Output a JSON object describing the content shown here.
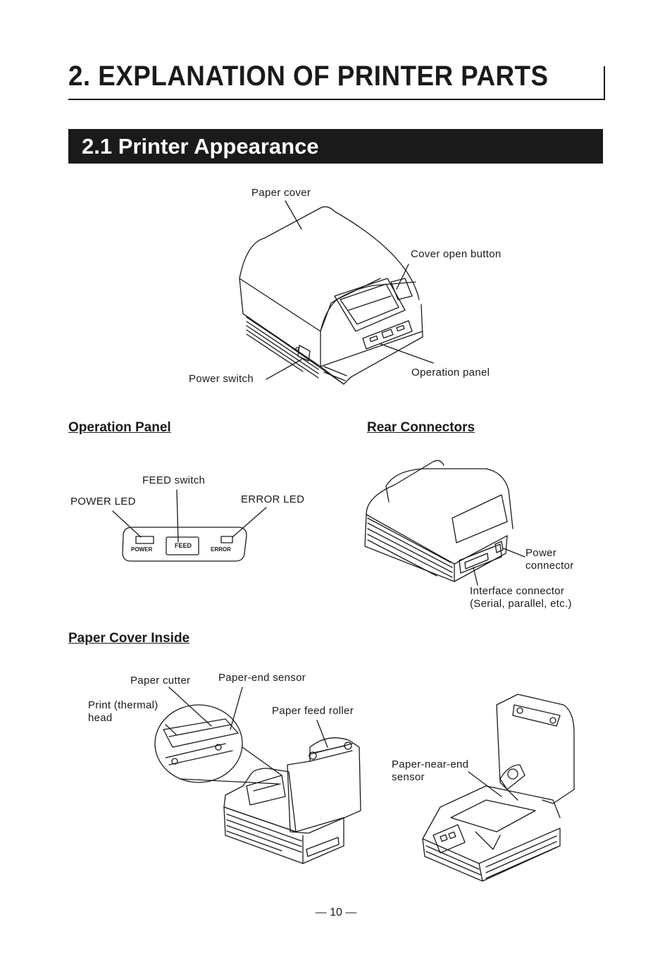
{
  "chapter": {
    "title": "2.  EXPLANATION OF PRINTER PARTS"
  },
  "section": {
    "title": "2.1  Printer Appearance"
  },
  "appearance": {
    "paper_cover": "Paper cover",
    "cover_open_button": "Cover open button",
    "power_switch": "Power switch",
    "operation_panel": "Operation panel"
  },
  "operation_panel": {
    "heading": "Operation Panel",
    "feed_switch": "FEED switch",
    "power_led": "POWER LED",
    "error_led": "ERROR LED",
    "key_power": "POWER",
    "key_feed": "FEED",
    "key_error": "ERROR"
  },
  "rear_connectors": {
    "heading": "Rear Connectors",
    "power_connector": "Power\nconnector",
    "interface_connector": "Interface connector\n(Serial, parallel, etc.)"
  },
  "paper_cover_inside": {
    "heading": "Paper Cover Inside",
    "paper_cutter": "Paper cutter",
    "paper_end_sensor": "Paper-end sensor",
    "print_head": "Print (thermal)\nhead",
    "paper_feed_roller": "Paper feed roller",
    "paper_near_end_sensor": "Paper-near-end\nsensor"
  },
  "footer": {
    "page_number": "— 10 —"
  }
}
